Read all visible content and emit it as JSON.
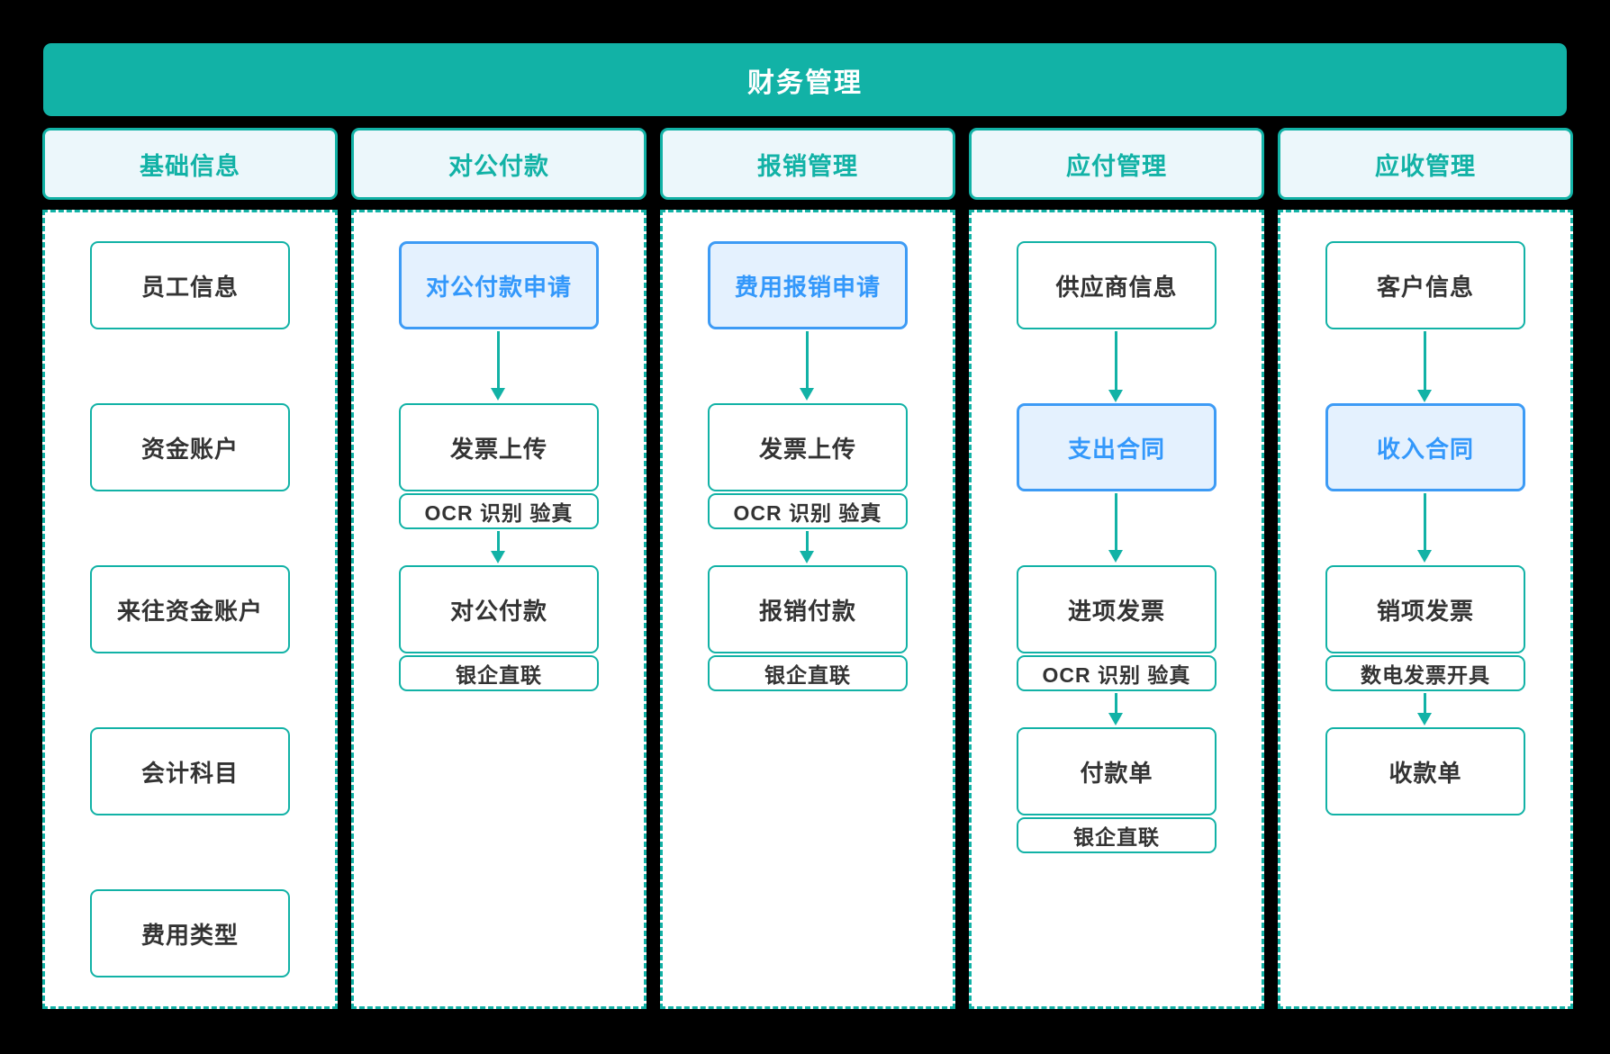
{
  "title": "财务管理",
  "colors": {
    "accent_teal": "#12b2a6",
    "accent_blue_border": "#3d9bf5",
    "accent_blue_text": "#3398fb",
    "accent_blue_bg": "#e4f1fe",
    "header_bg": "#ecf7fb",
    "node_text": "#333333",
    "panel_bg": "#ffffff",
    "canvas_bg": "#000000",
    "title_text": "#ffffff"
  },
  "columns": [
    {
      "header": "基础信息",
      "items": [
        {
          "label": "员工信息"
        },
        {
          "label": "资金账户"
        },
        {
          "label": "来往资金账户"
        },
        {
          "label": "会计科目"
        },
        {
          "label": "费用类型"
        }
      ]
    },
    {
      "header": "对公付款",
      "items": [
        {
          "label": "对公付款申请",
          "highlight": "blue"
        },
        {
          "label": "发票上传",
          "sub": "OCR 识别 验真"
        },
        {
          "label": "对公付款",
          "sub": "银企直联"
        }
      ]
    },
    {
      "header": "报销管理",
      "items": [
        {
          "label": "费用报销申请",
          "highlight": "blue"
        },
        {
          "label": "发票上传",
          "sub": "OCR 识别 验真"
        },
        {
          "label": "报销付款",
          "sub": "银企直联"
        }
      ]
    },
    {
      "header": "应付管理",
      "items": [
        {
          "label": "供应商信息"
        },
        {
          "label": "支出合同",
          "highlight": "blue"
        },
        {
          "label": "进项发票",
          "sub": "OCR 识别 验真"
        },
        {
          "label": "付款单",
          "sub": "银企直联"
        }
      ]
    },
    {
      "header": "应收管理",
      "items": [
        {
          "label": "客户信息"
        },
        {
          "label": "收入合同",
          "highlight": "blue"
        },
        {
          "label": "销项发票",
          "sub": "数电发票开具"
        },
        {
          "label": "收款单"
        }
      ]
    }
  ]
}
